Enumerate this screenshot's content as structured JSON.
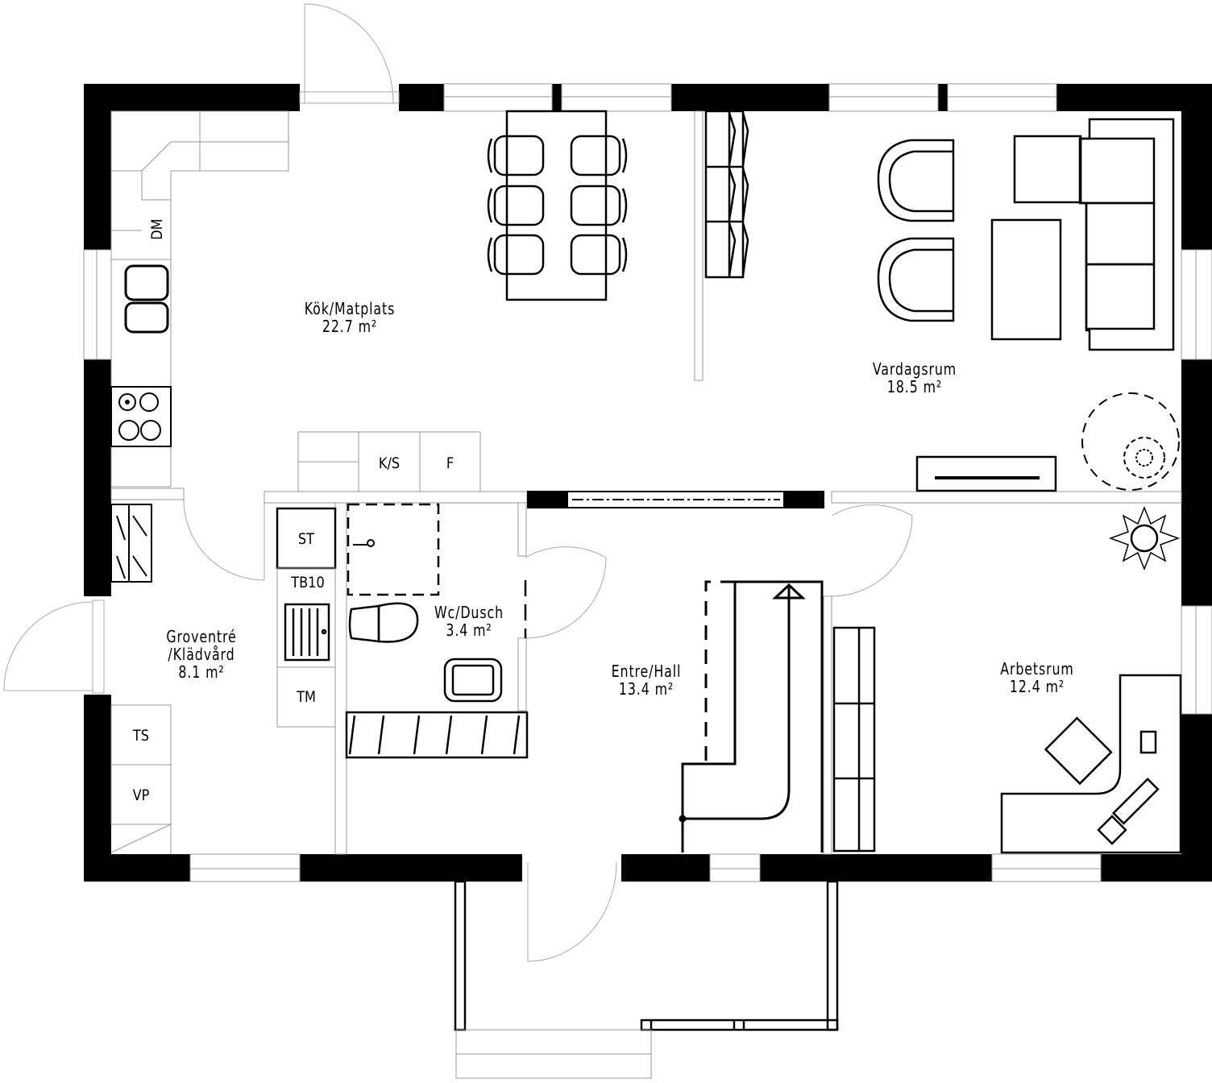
{
  "plan": {
    "type": "floor-plan",
    "colors": {
      "wall": "#000000",
      "thin_line": "#999999",
      "background": "#ffffff"
    },
    "rooms": [
      {
        "id": "kok",
        "name": "Kök/Matplats",
        "area": "22.7 m²"
      },
      {
        "id": "vardagsrum",
        "name": "Vardagsrum",
        "area": "18.5 m²"
      },
      {
        "id": "groventre",
        "name": "Groventré\n/Klädvård",
        "name_line1": "Groventré",
        "name_line2": "/Klädvård",
        "area": "8.1 m²"
      },
      {
        "id": "wc",
        "name": "Wc/Dusch",
        "area": "3.4 m²"
      },
      {
        "id": "entre",
        "name": "Entre/Hall",
        "area": "13.4 m²"
      },
      {
        "id": "arbetsrum",
        "name": "Arbetsrum",
        "area": "12.4 m²"
      }
    ],
    "fixture_labels": {
      "dm": "DM",
      "ks": "K/S",
      "f": "F",
      "st": "ST",
      "tb10": "TB10",
      "tm": "TM",
      "ts": "TS",
      "vp": "VP"
    }
  }
}
